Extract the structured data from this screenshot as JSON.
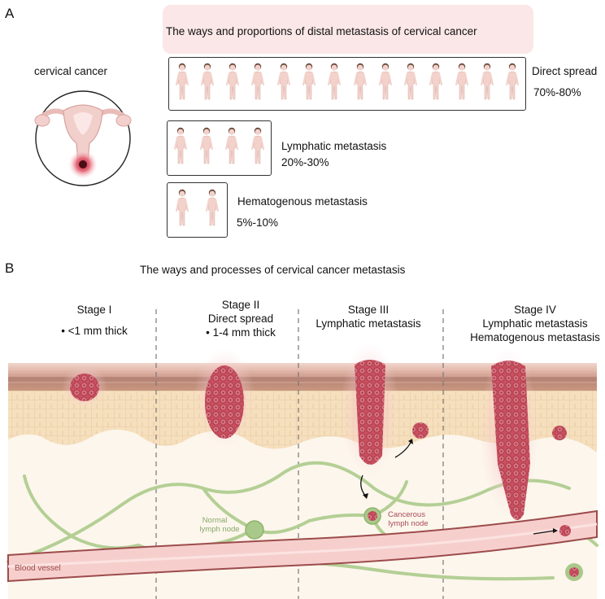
{
  "panelA": {
    "letter": "A",
    "title": "The ways and proportions of distal  metastasis of cervical cancer",
    "organ_label": "cervical cancer",
    "rows": [
      {
        "name": "Direct spread",
        "range": "70%-80%",
        "figures": 14
      },
      {
        "name": "Lymphatic  metastasis",
        "range": "20%-30%",
        "figures": 4
      },
      {
        "name": "Hematogenous metastasis",
        "range": "5%-10%",
        "figures": 2
      }
    ]
  },
  "panelB": {
    "letter": "B",
    "title": "The ways and  processes of  cervical cancer metastasis",
    "stages": [
      {
        "name": "Stage I",
        "line2": "• <1 mm thick",
        "line3": ""
      },
      {
        "name": "Stage II",
        "line2": "Direct spread",
        "line3": "• 1-4 mm thick"
      },
      {
        "name": "Stage III",
        "line2": "Lymphatic  metastasis",
        "line3": ""
      },
      {
        "name": "Stage IV",
        "line2": "Lymphatic  metastasis",
        "line3": "Hematogenous metastasis"
      }
    ],
    "normal_node": [
      "Normal",
      "lymph node"
    ],
    "cancer_node": [
      "Cancerous",
      "lymph node"
    ],
    "vessel": "Blood vessel"
  },
  "colors": {
    "title_bg": "#fbe7e7",
    "figure": "#f3d2cc",
    "tumor": "#c94f5e",
    "vessel": "#f4c8c6",
    "lymph": "#a9c98a",
    "tissue": "#f5dcb8"
  }
}
